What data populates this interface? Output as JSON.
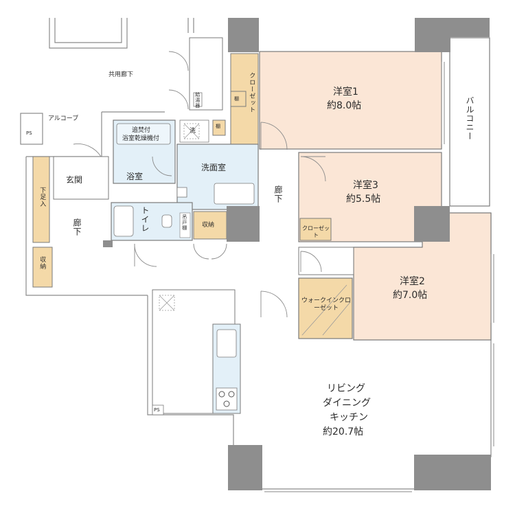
{
  "rooms": {
    "western1": {
      "name": "洋室1",
      "size": "約8.0帖"
    },
    "western2": {
      "name": "洋室2",
      "size": "約7.0帖"
    },
    "western3": {
      "name": "洋室3",
      "size": "約5.5帖"
    },
    "ldk": {
      "line1": "リビング",
      "line2": "ダイニング",
      "line3": "キッチン",
      "size": "約20.7帖"
    },
    "entrance": "玄関",
    "bath": "浴室",
    "washroom": "洗面室",
    "toilet": "トイレ",
    "hall_upper": "廊下",
    "hall_lower": "廊下",
    "balcony": "バルコニー"
  },
  "storage": {
    "closet": "クローゼット",
    "closet_small": "クローゼット",
    "walkin": "ウォークインクローゼット",
    "shoe": "下足入",
    "storage1": "収納",
    "storage2": "収納",
    "shelf1": "棚",
    "shelf2": "棚",
    "hanger": "吊戸棚"
  },
  "labels": {
    "common_corridor": "共用廊下",
    "alcove": "アルコーブ",
    "bath_note1": "追焚付",
    "bath_note2": "浴室乾燥機付",
    "laundry": "洗",
    "meter_box": "給湯器",
    "ps": "PS"
  },
  "colors": {
    "room_fill": "#fbe6d6",
    "storage_fill": "#f4d9a8",
    "wet_fill": "#e3f0f8",
    "wall": "#8e8e8e",
    "line": "#7a7a7a"
  }
}
